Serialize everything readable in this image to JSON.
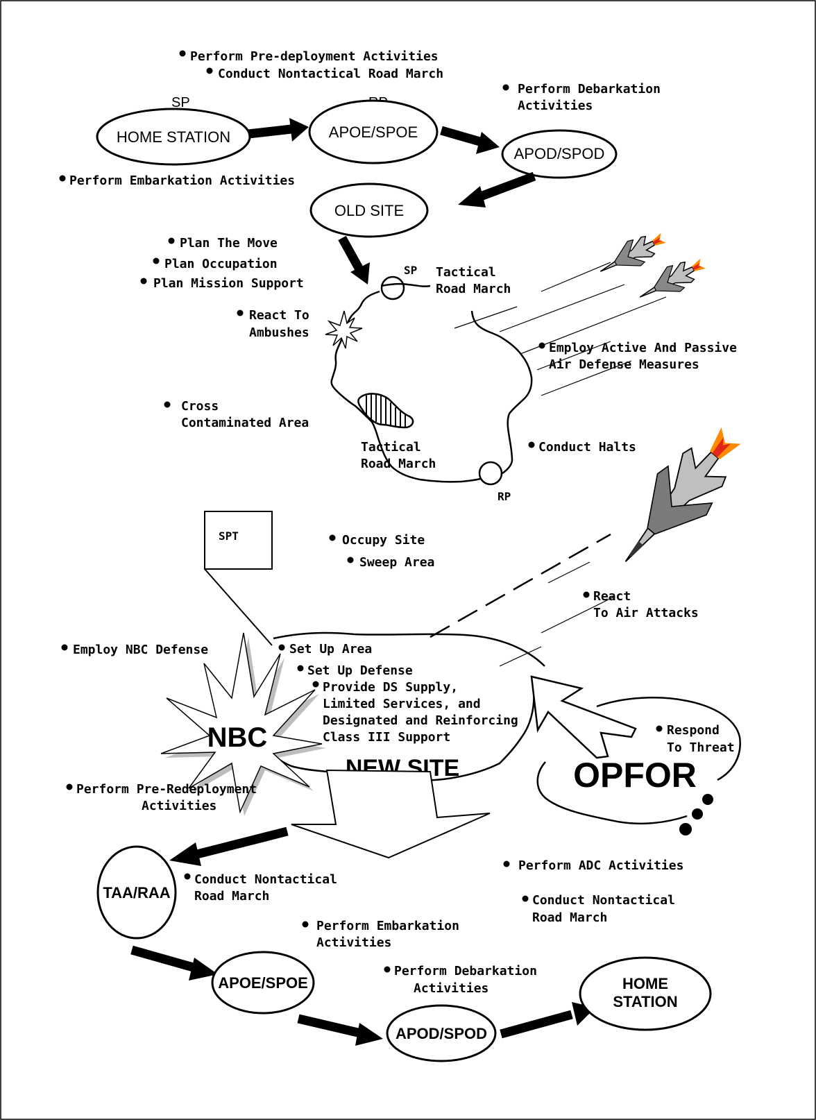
{
  "nodes": {
    "home_station_start": "HOME STATION",
    "apoe_spoe_top": "APOE/SPOE",
    "apod_spod_top": "APOD/SPOD",
    "old_site": "OLD SITE",
    "new_site": "NEW SITE",
    "nbc": "NBC",
    "opfor": "OPFOR",
    "spt": "SPT",
    "taa_raa": "TAA/RAA",
    "apoe_spoe_bottom": "APOE/SPOE",
    "apod_spod_bottom": "APOD/SPOD",
    "home_station_end_1": "HOME",
    "home_station_end_2": "STATION"
  },
  "labels": {
    "sp_top": "SP",
    "rp_top": "RP",
    "sp_route": "SP",
    "rp_route": "RP"
  },
  "activities": {
    "pre_deployment": "Perform Pre-deployment Activities",
    "nontactical_march_top": "Conduct Nontactical Road March",
    "debarkation_top_1": "Perform Debarkation",
    "debarkation_top_2": "Activities",
    "embarkation_top": "Perform Embarkation Activities",
    "plan_move": "Plan The Move",
    "plan_occupation": "Plan Occupation",
    "plan_mission_support": "Plan Mission Support",
    "tactical_march_1a": "Tactical",
    "tactical_march_1b": "Road March",
    "react_ambush_1": "React To",
    "react_ambush_2": "Ambushes",
    "air_defense_1": "Employ Active And Passive",
    "air_defense_2": "Air Defense Measures",
    "cross_contaminated_1": "Cross",
    "cross_contaminated_2": "Contaminated Area",
    "tactical_march_2a": "Tactical",
    "tactical_march_2b": "Road March",
    "conduct_halts": "Conduct Halts",
    "occupy_site": "Occupy Site",
    "sweep_area": "Sweep Area",
    "react_air_1": "React",
    "react_air_2": "To Air Attacks",
    "employ_nbc": "Employ NBC Defense",
    "set_up_area": "Set Up Area",
    "set_up_defense": "Set Up Defense",
    "provide_ds_1": "Provide DS Supply,",
    "provide_ds_2": "Limited Services, and",
    "provide_ds_3": "Designated and Reinforcing",
    "provide_ds_4": "Class III Support",
    "respond_threat_1": "Respond",
    "respond_threat_2": "To Threat",
    "pre_redeployment_1": "Perform Pre-Redeployment",
    "pre_redeployment_2": "Activities",
    "nontactical_march_mid_1": "Conduct Nontactical",
    "nontactical_march_mid_2": "Road March",
    "adc_activities": "Perform ADC Activities",
    "nontactical_march_right_1": "Conduct Nontactical",
    "nontactical_march_right_2": "Road March",
    "embarkation_bottom_1": "Perform Embarkation",
    "embarkation_bottom_2": "Activities",
    "debarkation_bottom_1": "Perform Debarkation",
    "debarkation_bottom_2": "Activities"
  }
}
